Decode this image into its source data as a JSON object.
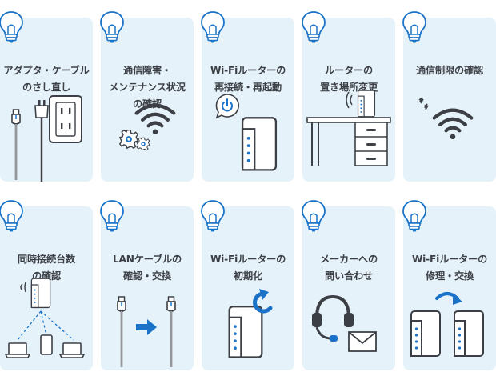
{
  "colors": {
    "card_bg": "#e6f2f9",
    "accent": "#1a73c8",
    "line": "#3c4046",
    "text": "#3c4046"
  },
  "tips": [
    {
      "title": "アダプタ・ケーブル\nのさし直し",
      "icon": "adapter-cable-outlet"
    },
    {
      "title": "通信障害・\nメンテナンス状況\nの確認",
      "icon": "wifi-gears"
    },
    {
      "title": "Wi-Fiルーターの\n再接続・再起動",
      "icon": "router-power"
    },
    {
      "title": "ルーターの\n置き場所変更",
      "icon": "router-on-desk"
    },
    {
      "title": "通信制限の確認",
      "icon": "wifi-weak-signal"
    },
    {
      "title": "同時接続台数\nの確認",
      "icon": "router-multiple-devices"
    },
    {
      "title": "LANケーブルの\n確認・交換",
      "icon": "lan-cable-swap"
    },
    {
      "title": "Wi-Fiルーターの\n初期化",
      "icon": "router-reset"
    },
    {
      "title": "メーカーへの\n問い合わせ",
      "icon": "headset-mail"
    },
    {
      "title": "Wi-Fiルーターの\n修理・交換",
      "icon": "router-replace"
    }
  ]
}
